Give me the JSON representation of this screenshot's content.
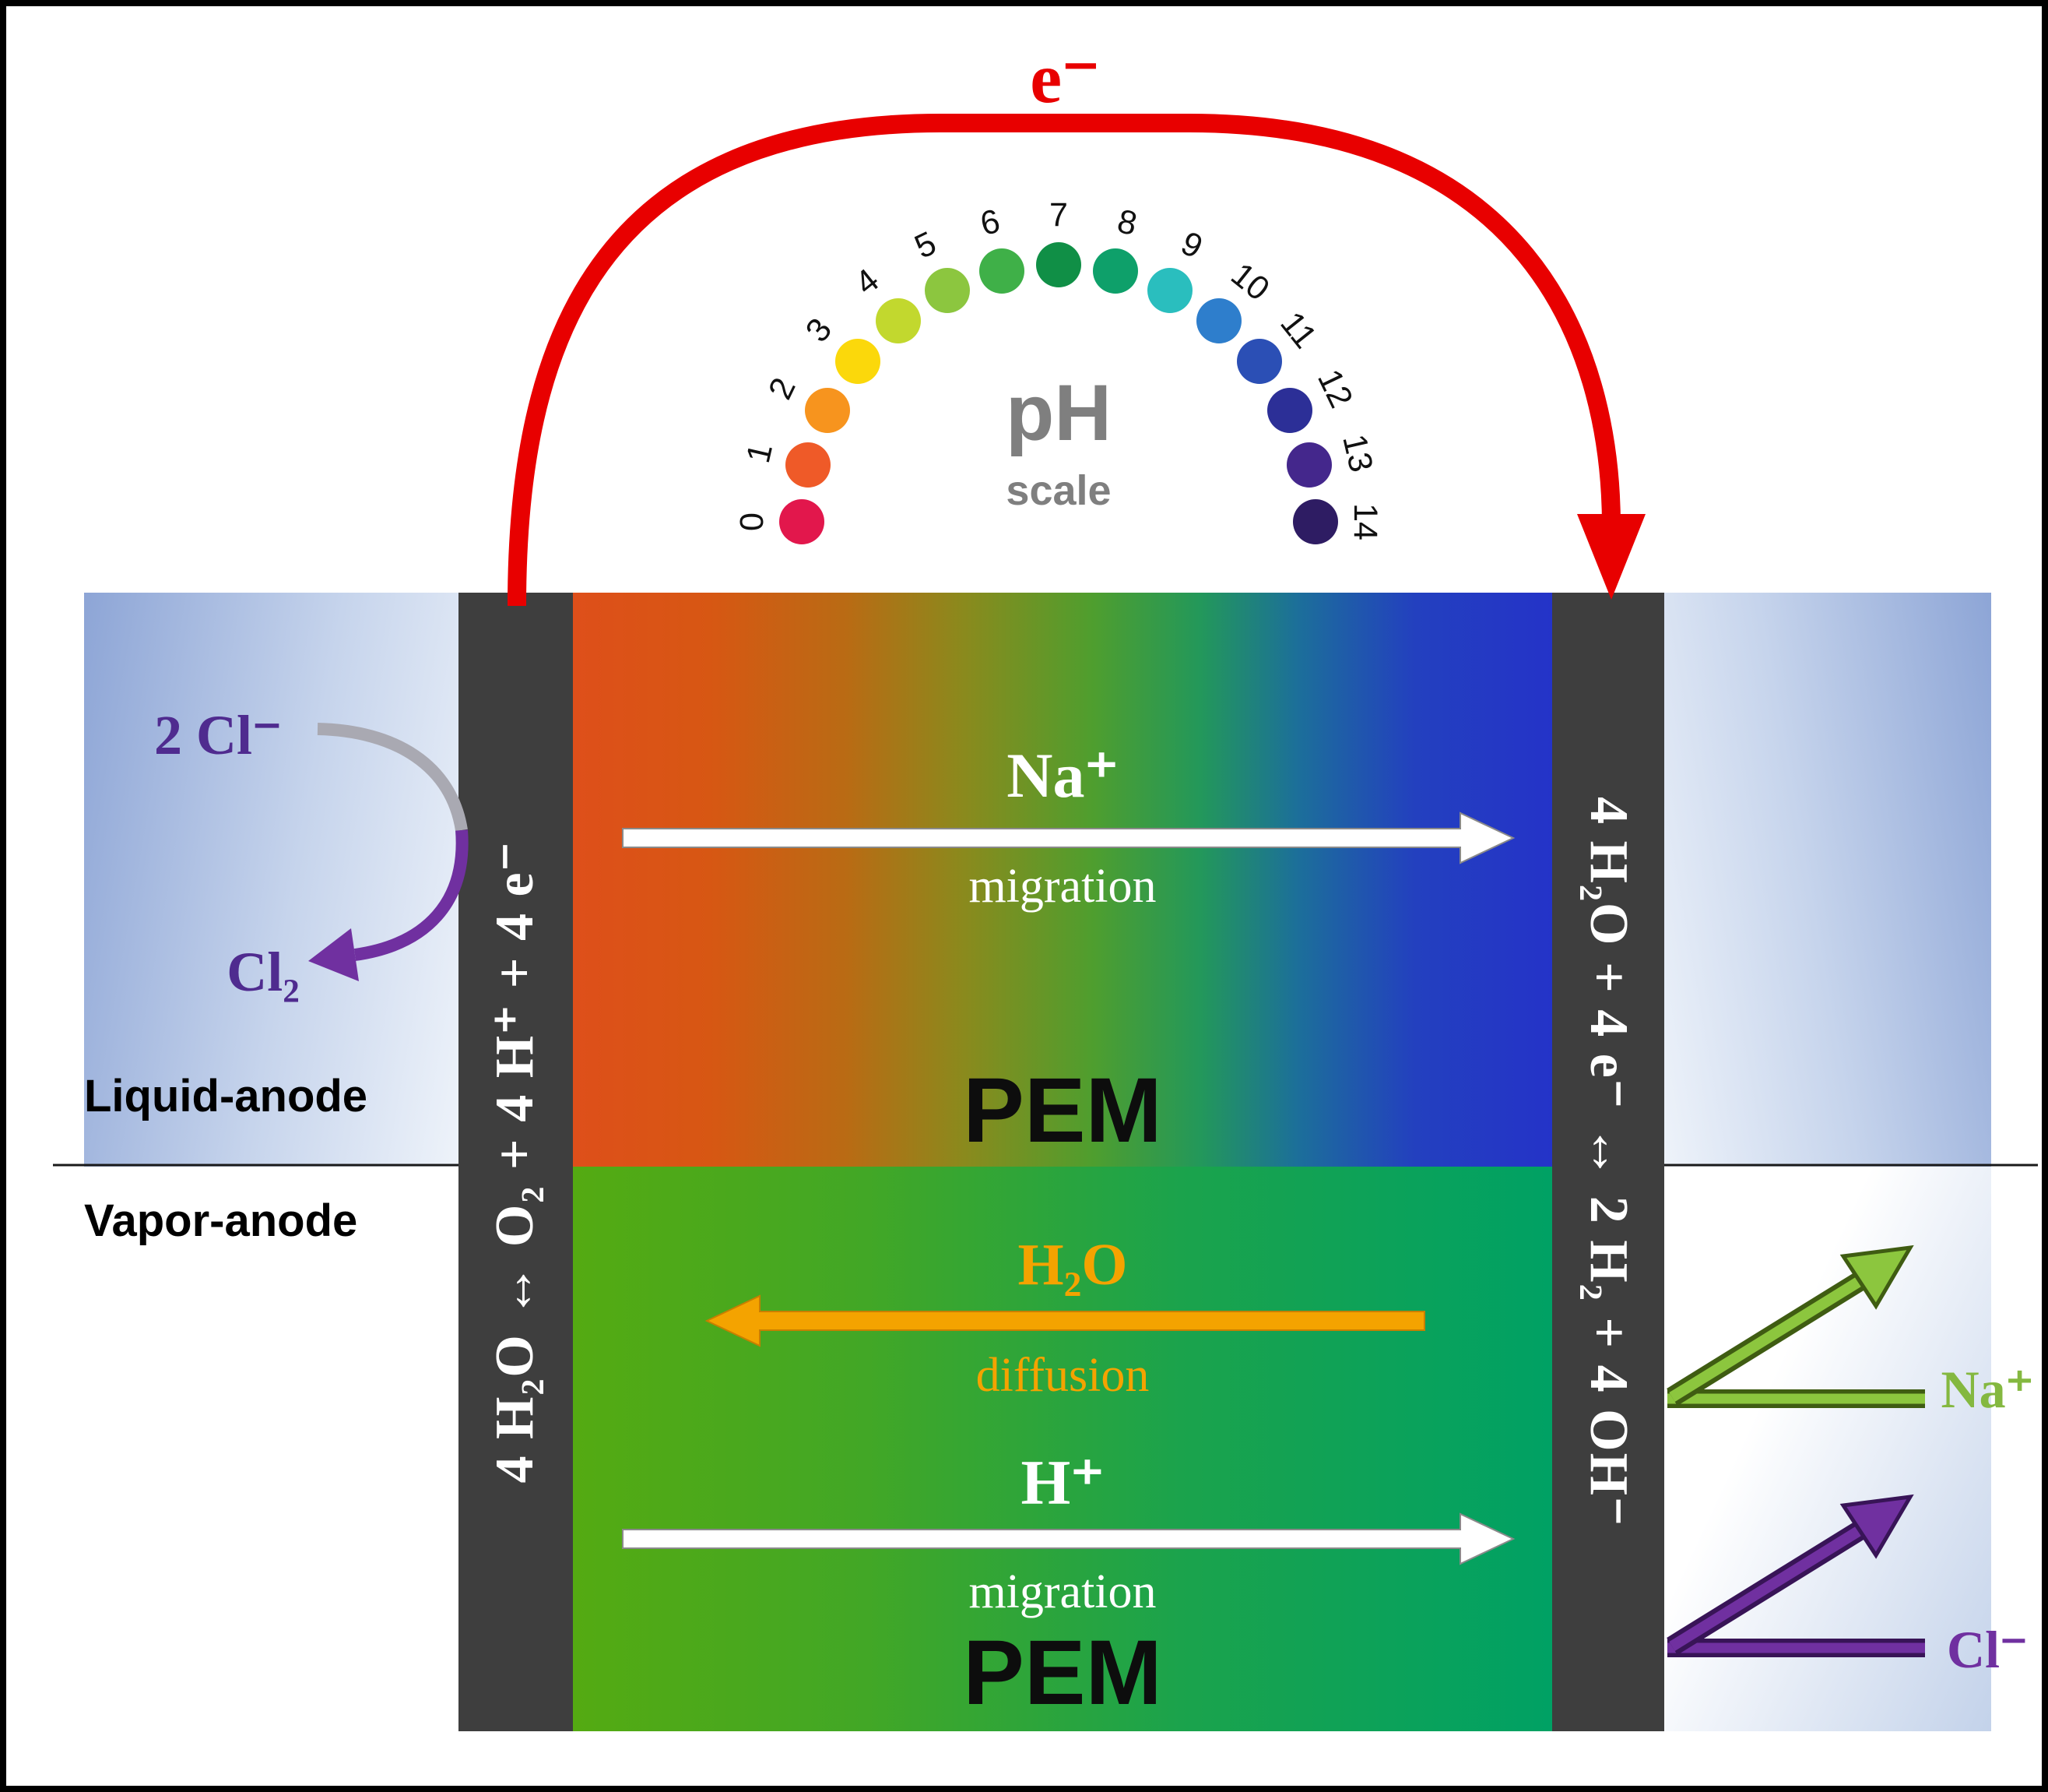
{
  "diagram": {
    "electron_label": "e⁻",
    "ph": {
      "title": "pH",
      "subtitle": "scale",
      "values": [
        {
          "label": "0",
          "color": "#e2174c"
        },
        {
          "label": "1",
          "color": "#ef5a28"
        },
        {
          "label": "2",
          "color": "#f7941e"
        },
        {
          "label": "3",
          "color": "#fbd80b"
        },
        {
          "label": "4",
          "color": "#c2d82e"
        },
        {
          "label": "5",
          "color": "#8cc63f"
        },
        {
          "label": "6",
          "color": "#3fb048"
        },
        {
          "label": "7",
          "color": "#108f46"
        },
        {
          "label": "8",
          "color": "#0ea06a"
        },
        {
          "label": "9",
          "color": "#2abebe"
        },
        {
          "label": "10",
          "color": "#2e7ecc"
        },
        {
          "label": "11",
          "color": "#2b4fb5"
        },
        {
          "label": "12",
          "color": "#2c2f97"
        },
        {
          "label": "13",
          "color": "#44278c"
        },
        {
          "label": "14",
          "color": "#2e1c63"
        }
      ]
    },
    "membrane_top": {
      "ion": "Na⁺",
      "process": "migration",
      "name": "PEM"
    },
    "membrane_bottom": {
      "water": "H₂O",
      "water_process": "diffusion",
      "ion": "H⁺",
      "ion_process": "migration",
      "name": "PEM"
    },
    "anode": {
      "reaction": "4 H₂O ↔ O₂ + 4 H⁺ + 4 e⁻",
      "chloride_in": "2 Cl⁻",
      "chlorine_out": "Cl₂",
      "liquid_label": "Liquid-anode",
      "vapor_label": "Vapor-anode"
    },
    "cathode": {
      "reaction": "4 H₂O + 4 e⁻ ↔ 2 H₂ + 4 OH⁻",
      "sodium_out": "Na⁺",
      "chloride_out": "Cl⁻"
    }
  },
  "colors": {
    "electron_arrow": "#e80000",
    "chlorine_text": "#4f2b8f",
    "sodium_text": "#84b840",
    "chloride_out_text": "#7030a0",
    "water_text": "#f4a300",
    "electrode": "#3e3e3e"
  }
}
